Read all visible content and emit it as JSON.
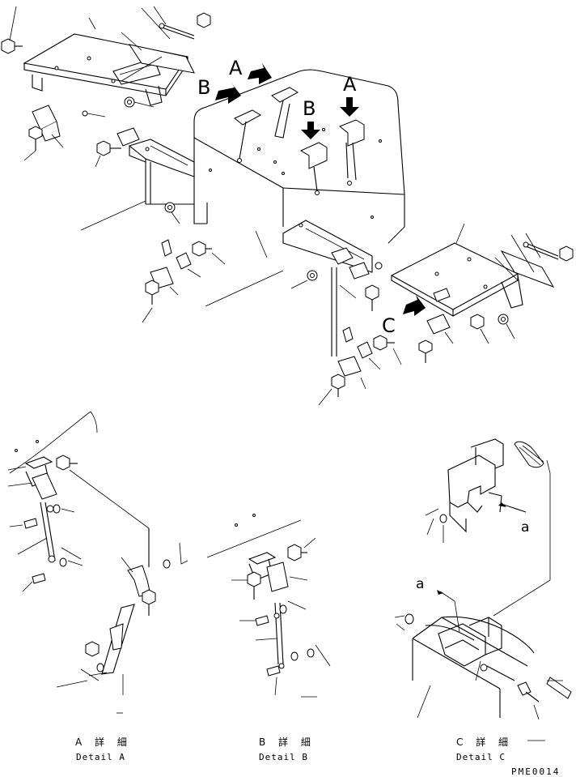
{
  "view_labels": {
    "arrow_a_upper": "A",
    "arrow_b_upper": "B",
    "arrow_b_right": "B",
    "arrow_a_right": "A",
    "arrow_c": "C",
    "detail_c_arrow_upper": "a",
    "detail_c_arrow_lower": "a"
  },
  "captions": {
    "detail_a_jp": "A 詳 細",
    "detail_a_en": "Detail A",
    "detail_b_jp": "B 詳 細",
    "detail_b_en": "Detail B",
    "detail_c_jp": "C 詳 細",
    "detail_c_en": "Detail C"
  },
  "drawing_code": "PME0014"
}
